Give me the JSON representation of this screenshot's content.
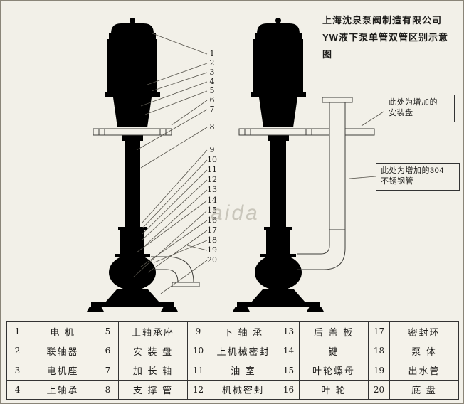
{
  "header": {
    "company": "上海沈泉泵阀制造有限公司",
    "subtitle": "YW液下泵单管双管区别示意图"
  },
  "annotations": {
    "plate_note_line1": "此处为增加的",
    "plate_note_line2": "安装盘",
    "pipe_note_line1": "此处为增加的304",
    "pipe_note_line2": "不锈钢管"
  },
  "watermark": "aida",
  "callouts": [
    "1",
    "2",
    "3",
    "4",
    "5",
    "6",
    "7",
    "8",
    "9",
    "10",
    "11",
    "12",
    "13",
    "14",
    "15",
    "16",
    "17",
    "18",
    "19",
    "20"
  ],
  "table": {
    "rows": [
      [
        {
          "no": "1",
          "name": "电 机"
        },
        {
          "no": "5",
          "name": "上轴承座"
        },
        {
          "no": "9",
          "name": "下 轴 承"
        },
        {
          "no": "13",
          "name": "后 盖 板"
        },
        {
          "no": "17",
          "name": "密封环"
        }
      ],
      [
        {
          "no": "2",
          "name": "联轴器"
        },
        {
          "no": "6",
          "name": "安 装 盘"
        },
        {
          "no": "10",
          "name": "上机械密封"
        },
        {
          "no": "14",
          "name": "键"
        },
        {
          "no": "18",
          "name": "泵 体"
        }
      ],
      [
        {
          "no": "3",
          "name": "电机座"
        },
        {
          "no": "7",
          "name": "加 长 轴"
        },
        {
          "no": "11",
          "name": "油 室"
        },
        {
          "no": "15",
          "name": "叶轮螺母"
        },
        {
          "no": "19",
          "name": "出水管"
        }
      ],
      [
        {
          "no": "4",
          "name": "上轴承"
        },
        {
          "no": "8",
          "name": "支 撑 管"
        },
        {
          "no": "12",
          "name": "机械密封"
        },
        {
          "no": "16",
          "name": "叶 轮"
        },
        {
          "no": "20",
          "name": "底 盘"
        }
      ]
    ]
  }
}
